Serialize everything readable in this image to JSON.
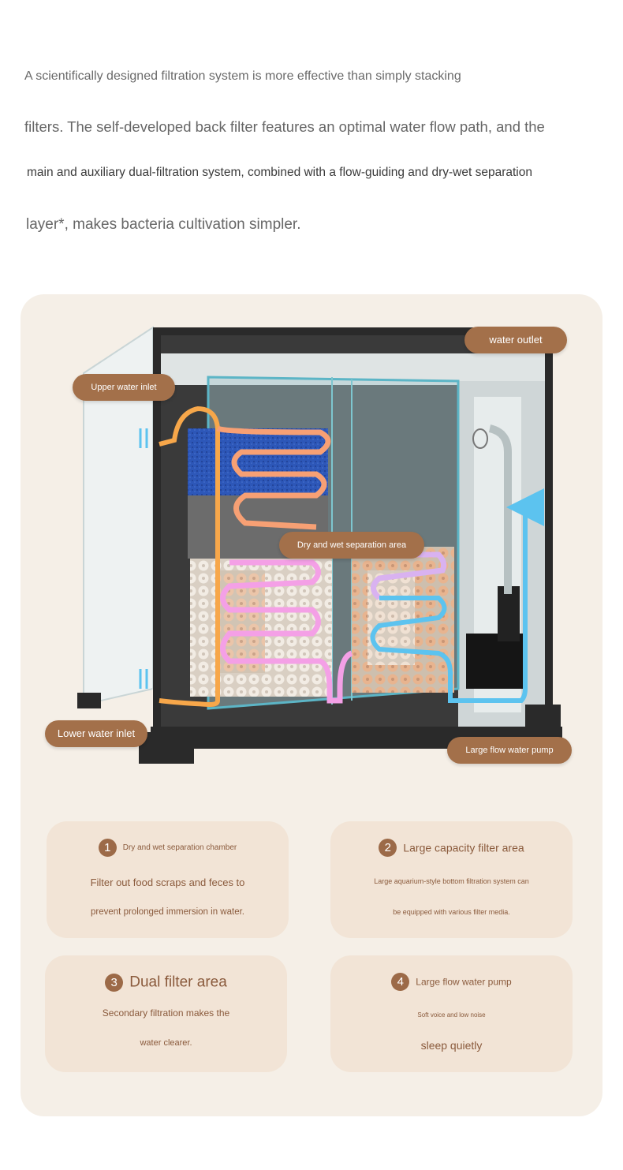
{
  "intro": {
    "line1": "A scientifically designed filtration system is more effective than simply stacking",
    "line2": "filters. The self-developed back filter features an optimal water flow path, and the",
    "line3": "main and auxiliary dual-filtration system, combined with a flow-guiding and dry-wet separation",
    "line4": "layer*, makes bacteria cultivation simpler."
  },
  "labels": {
    "water_outlet": "water outlet",
    "upper_inlet": "Upper water inlet",
    "dry_wet_area": "Dry and wet separation area",
    "lower_inlet": "Lower water inlet",
    "pump": "Large flow water pump"
  },
  "features": [
    {
      "num": "1",
      "title": "Dry and wet separation chamber",
      "line1": "Filter out food scraps and feces to",
      "line2": "prevent prolonged immersion in water."
    },
    {
      "num": "2",
      "title": "Large capacity filter area",
      "line1": "Large aquarium-style bottom filtration system can",
      "line2": "be equipped with various filter media."
    },
    {
      "num": "3",
      "title": "Dual filter area",
      "line1": "Secondary filtration makes the",
      "line2": "water clearer."
    },
    {
      "num": "4",
      "title": "Large flow water pump",
      "line1": "Soft voice and low noise",
      "line2": "sleep quietly"
    }
  ],
  "colors": {
    "panel_bg": "#f5efe7",
    "label_pill": "#a3704a",
    "card_bg": "#f2e4d6",
    "number_badge": "#9c6a48",
    "card_text": "#8a5a3c",
    "flow_orange": "#f7a74a",
    "flow_pink": "#f4a0e6",
    "flow_blue": "#5cc3ef"
  }
}
